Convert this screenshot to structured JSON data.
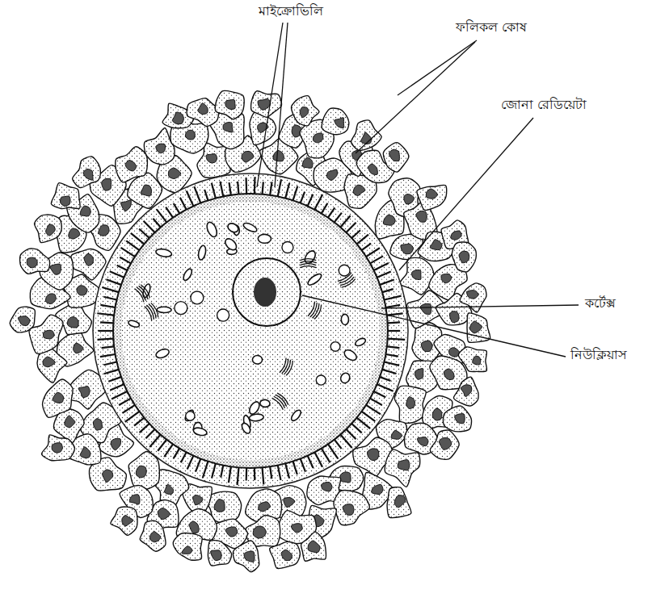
{
  "diagram": {
    "labels": [
      "মাইক্রোভিলি",
      "ফলিকল কোষ",
      "জোনা রেডিয়েটা",
      "কর্টেক্স",
      "নিউক্লিয়াস"
    ]
  }
}
